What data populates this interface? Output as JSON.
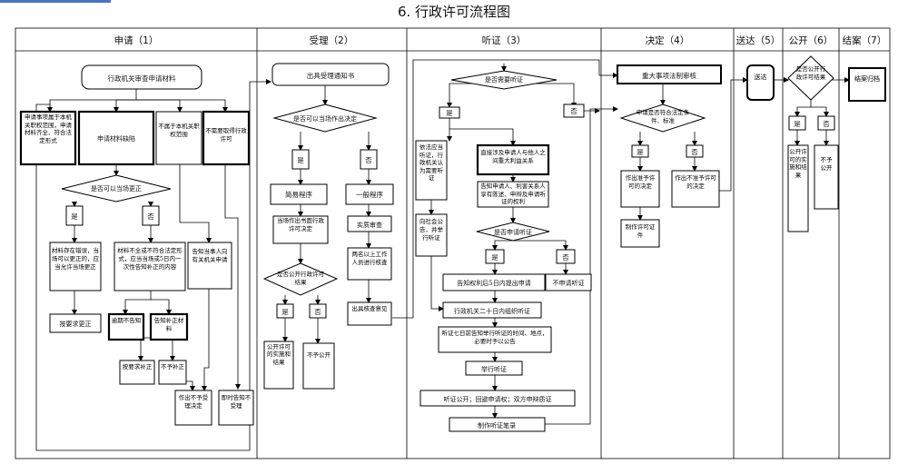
{
  "title": "6. 行政许可流程图",
  "columns": [
    {
      "name": "申请（1）"
    },
    {
      "name": "受理（2）"
    },
    {
      "name": "听证（3）"
    },
    {
      "name": "决定（4）"
    },
    {
      "name": "送达（5）"
    },
    {
      "name": "公开（6）"
    },
    {
      "name": "结案（7）"
    }
  ],
  "nodes": {
    "a_start": "行政机关审查申请材料",
    "a_c1": "申请事项属于本机关职权范围，申请材料齐全、符合法定形式",
    "a_c2": "申请材料缺陷",
    "a_c3": "不属于本机关职权范围",
    "a_c4": "不需要取得行政许可",
    "a_d1": "是否可以当场更正",
    "yes": "是",
    "no": "否",
    "a_yes_box": "材料存在错误，当场可以更正的，应当允许当场更正",
    "a_no_box": "材料不全或不符合法定形式，应当当场或5日内一次性告知补正的内容",
    "a_tell": "告知当事人向有关机关申请",
    "a_correct": "按要求更正",
    "a_overdue": "逾期不告知",
    "a_notify": "告知补正材料",
    "a_req_sup": "按要求补正",
    "a_not_sup": "不予补正",
    "a_reject": "作出不予受理决定",
    "a_instant": "即时告知不受理",
    "b_notice": "出具受理通知书",
    "b_d1": "是否可以当场作出决定",
    "b_simple": "简易程序",
    "b_general": "一般程序",
    "b_onsite": "当场作出书面行政许可决定",
    "b_review": "实质审查",
    "b_staff": "两名以上工作人员进行核查",
    "b_d2": "是否公开行政许可结果",
    "b_opinion": "出具核查意见",
    "b_publish": "公开许可的实施和结果",
    "b_nopub": "不予公开",
    "c_d1": "是否需要听证",
    "c_legal": "依法应当听证，行政机关认为需要听证",
    "c_major": "直接涉及申请人与他人之间重大利益关系",
    "c_inform": "告知申请人、利害关系人享有陈述、申辩及申请听证的权利",
    "c_public": "向社会公告，并举行听证",
    "c_d2": "是否申请听证",
    "c_5days": "告知权利后5日内提出申请",
    "c_noreq": "不申请听证",
    "c_20days": "行政机关二十日内组织听证",
    "c_7days": "听证七日前告知举行听证的时间、地点，必要时予以公告",
    "c_hold": "举行听证",
    "c_open": "听证公开；回避申请权；双方申辩质证",
    "c_record": "制作听证笔录",
    "d_major": "重大事项法制审核",
    "d_d1": "申请是否符合法定条件、标准",
    "d_grant": "作出准予许可的决定",
    "d_deny": "作出不准予许可的决定",
    "d_cert": "制作许可证件",
    "e_deliver": "送达",
    "f_d1": "是否公开行政许可结果",
    "f_publish": "公开许可的实施和结果",
    "f_nopub": "不予公开",
    "g_close": "结案归档"
  }
}
